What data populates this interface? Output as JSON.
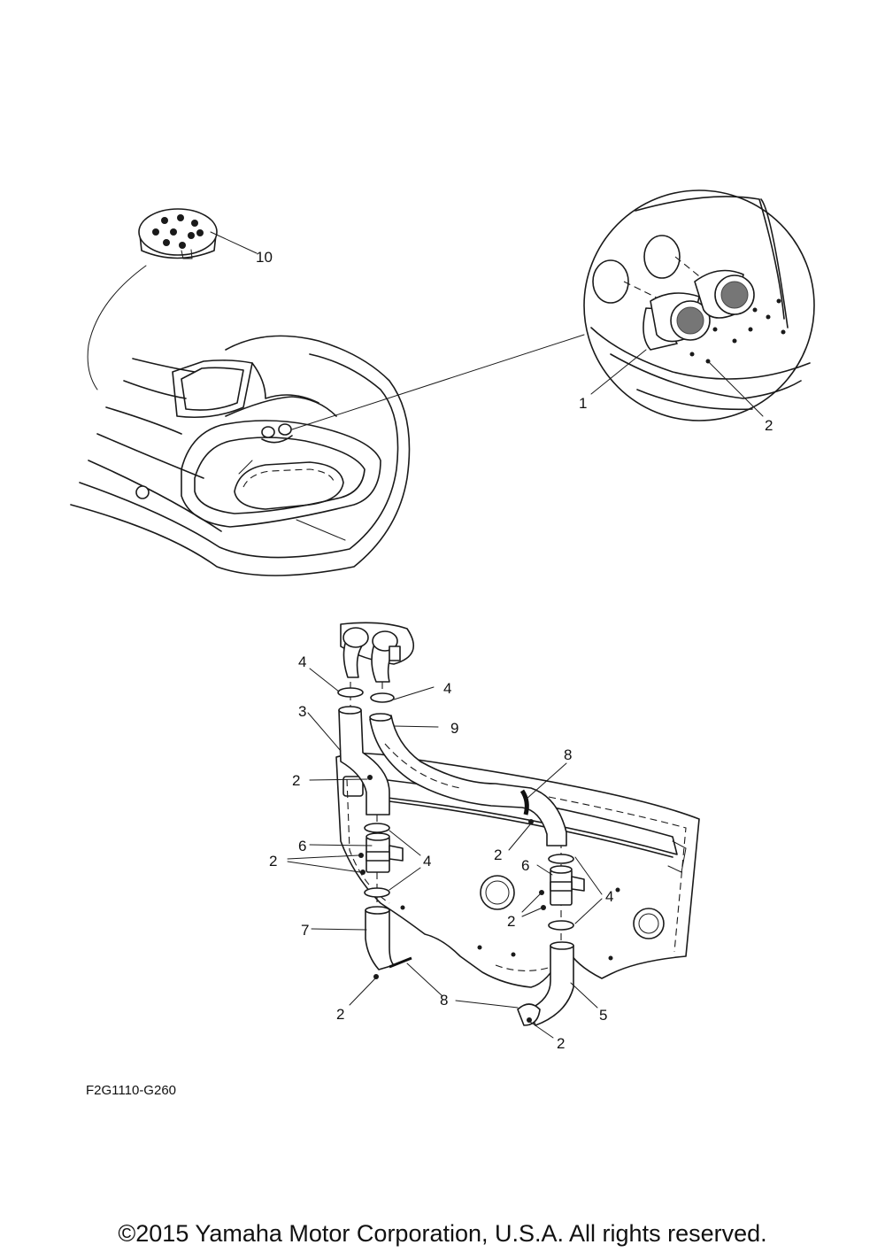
{
  "callouts": {
    "c1": "1",
    "c2a": "2",
    "c10": "10",
    "c4a": "4",
    "c4b": "4",
    "c3": "3",
    "c9": "9",
    "c8a": "8",
    "c2b": "2",
    "c2c": "2",
    "c6a": "6",
    "c2d": "2",
    "c4c": "4",
    "c6b": "6",
    "c2e": "2",
    "c4d": "4",
    "c7": "7",
    "c2f": "2",
    "c8b": "8",
    "c5": "5",
    "c2g": "2"
  },
  "diagram_code": "F2G1110-G260",
  "copyright": "©2015 Yamaha Motor Corporation, U.S.A. All rights reserved."
}
